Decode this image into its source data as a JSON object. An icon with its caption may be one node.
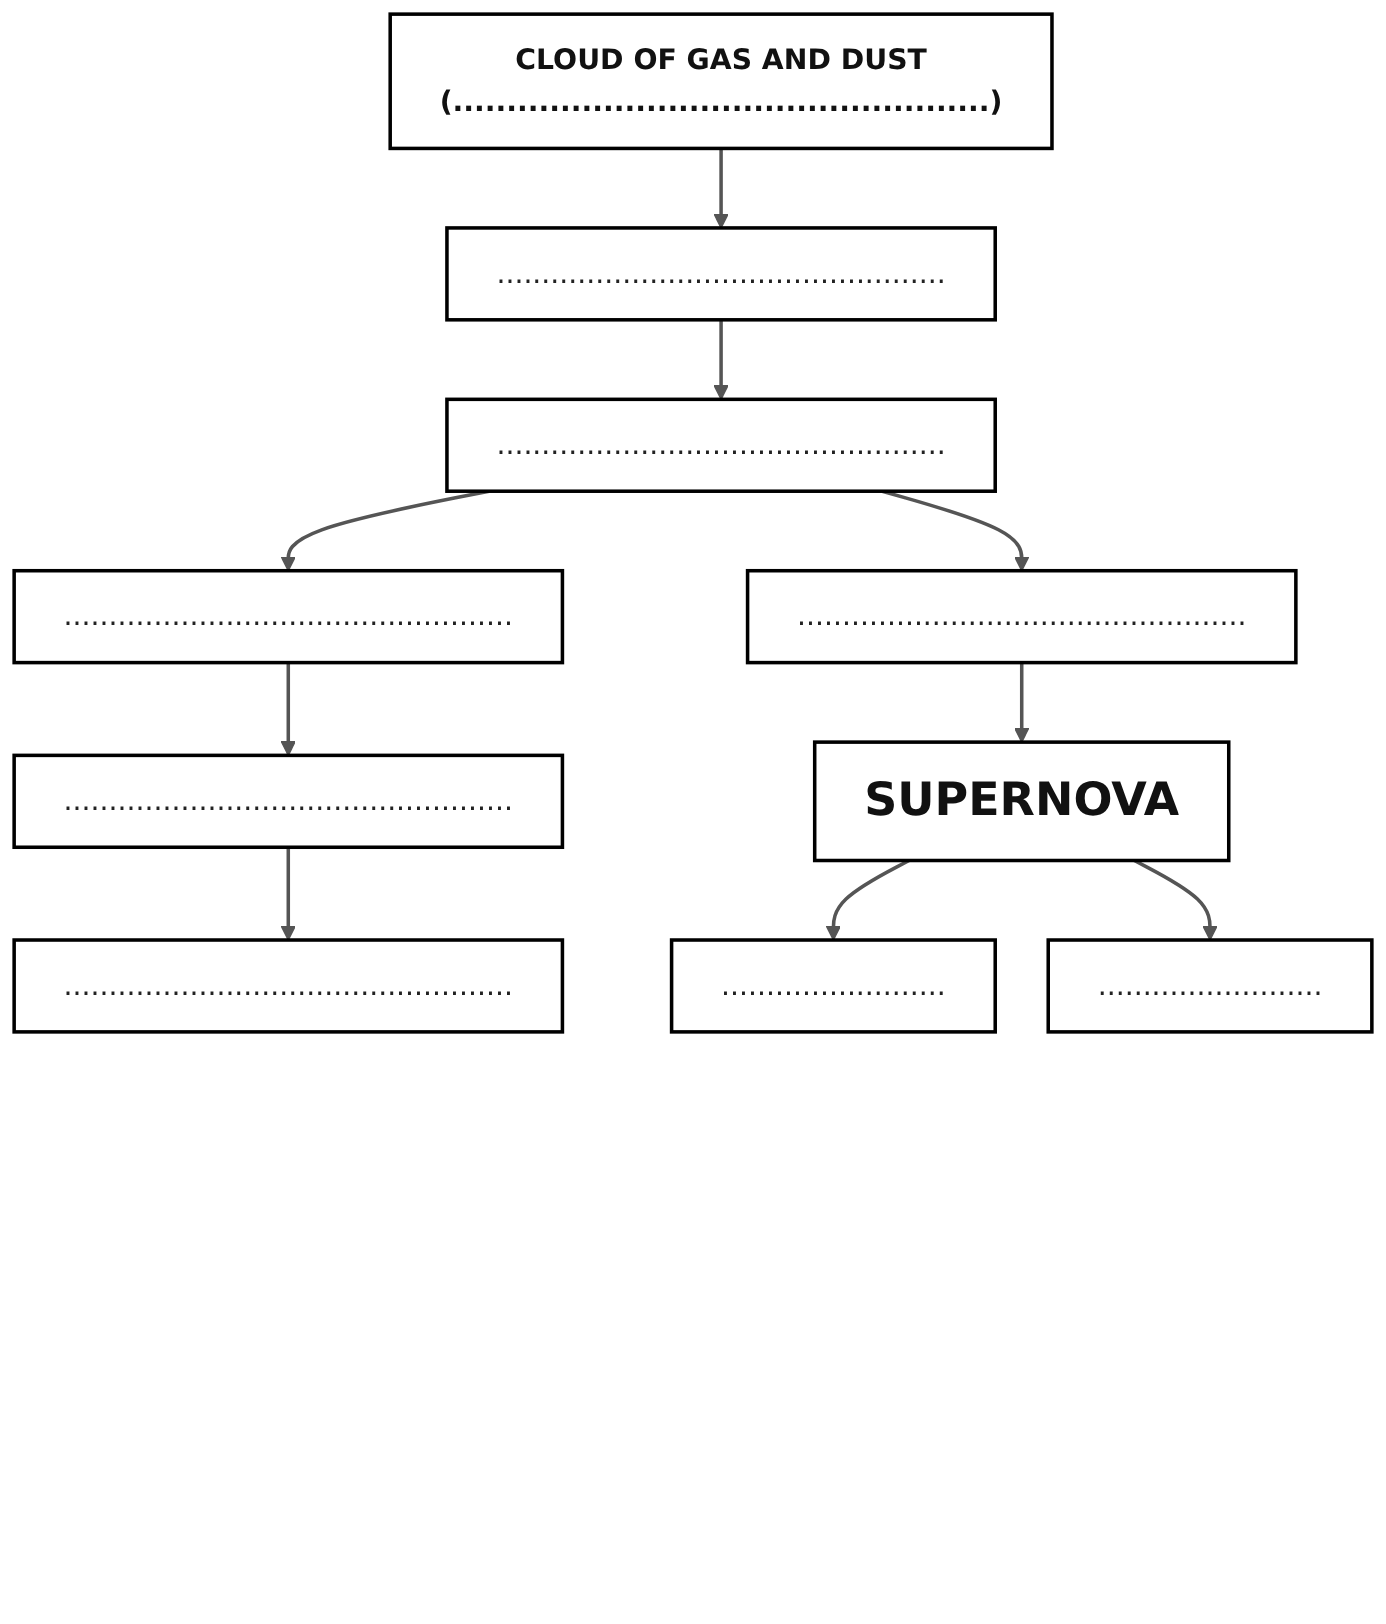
{
  "diagram": {
    "nodes": [
      {
        "text": [
          "CLOUD OF GAS AND DUST",
          "(..................................................)"
        ]
      },
      {
        "text": [
          ".................................................."
        ]
      },
      {
        "text": [
          ".................................................."
        ]
      },
      {
        "text": [
          ".................................................."
        ]
      },
      {
        "text": [
          ".................................................."
        ]
      },
      {
        "text": [
          ".................................................."
        ]
      },
      {
        "text": [
          "SUPERNOVA"
        ]
      },
      {
        "text": [
          ".................................................."
        ]
      },
      {
        "text": [
          "........................."
        ]
      },
      {
        "text": [
          "........................."
        ]
      }
    ],
    "edges": [
      {
        "from": 0,
        "to": 1,
        "arrow": "to"
      },
      {
        "from": 1,
        "to": 2,
        "arrow": "to"
      },
      {
        "from": 2,
        "to": 3,
        "arrow": "to"
      },
      {
        "from": 2,
        "to": 4,
        "arrow": "to"
      },
      {
        "from": 3,
        "to": 5,
        "arrow": "to"
      },
      {
        "from": 4,
        "to": 6,
        "arrow": "to"
      },
      {
        "from": 5,
        "to": 7,
        "arrow": "to"
      },
      {
        "from": 6,
        "to": 8,
        "arrow": "to"
      },
      {
        "from": 6,
        "to": 9,
        "arrow": "to"
      }
    ]
  }
}
